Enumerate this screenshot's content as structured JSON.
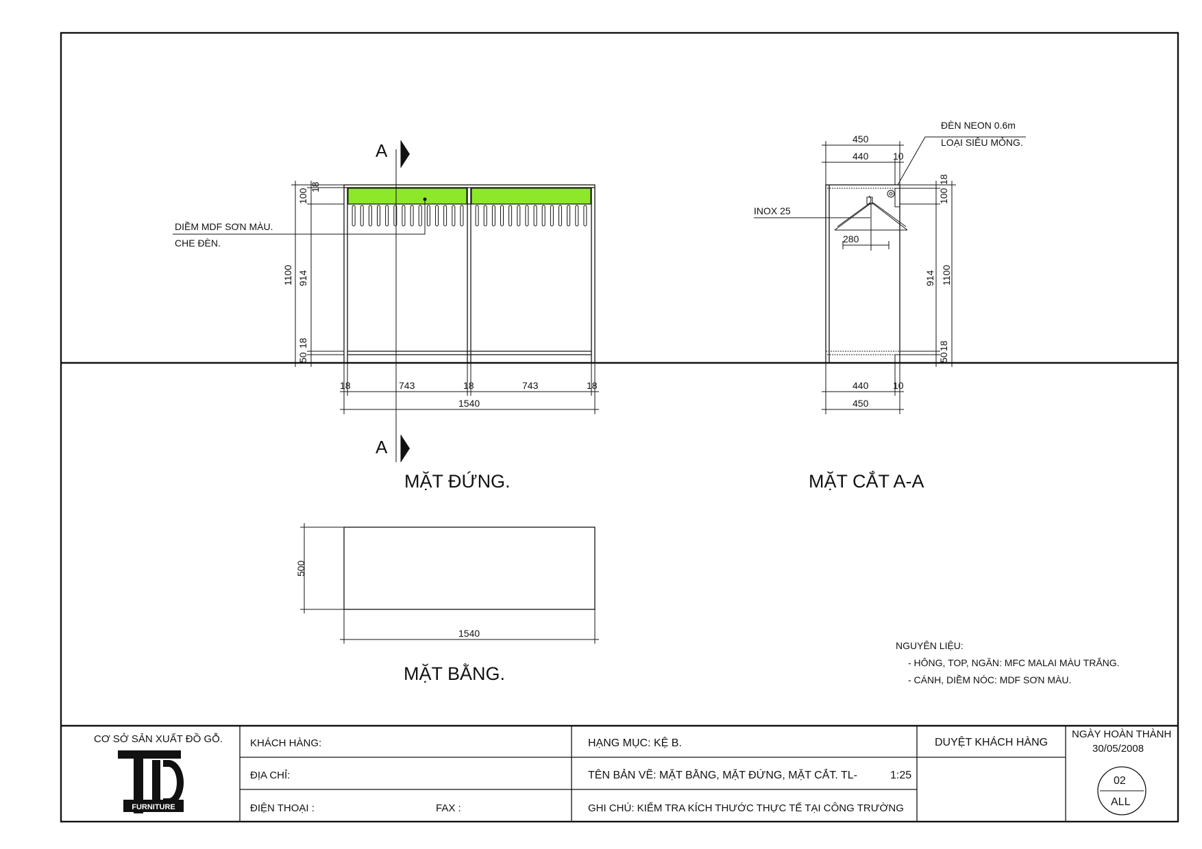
{
  "colors": {
    "line": "#111111",
    "panel_green": "#8ee82a",
    "background": "#ffffff"
  },
  "elevation": {
    "title": "MẶT ĐỨNG.",
    "section_mark": "A",
    "note_line1": "DIỀM MDF SƠN MÀU.",
    "note_line2": "CHE ĐÈN.",
    "dims_bottom": {
      "side_left": "18",
      "bay_left": "743",
      "middle": "18",
      "bay_right": "743",
      "side_right": "18",
      "total": "1540"
    },
    "dims_left": {
      "total": "1100",
      "top_band": "100",
      "top_board": "18",
      "middle": "914",
      "bottom_board": "18",
      "plinth": "50"
    }
  },
  "section": {
    "title": "MẶT CẮT A-A",
    "neon_line1": "ĐÈN NEON 0.6m",
    "neon_line2": "LOẠI SIÊU MỎNG.",
    "inox_label": "INOX  25",
    "hanger_dim": "280",
    "dims_top": {
      "total": "450",
      "inner": "440",
      "door": "10"
    },
    "dims_bottom": {
      "total": "450",
      "inner": "440",
      "door": "10"
    },
    "dims_right": {
      "top_band": "100",
      "top_board": "18",
      "middle": "914",
      "total": "1100",
      "bottom_board": "18",
      "plinth": "50"
    }
  },
  "plan": {
    "title": "MẶT BẰNG.",
    "width": "1540",
    "depth": "500"
  },
  "materials": {
    "heading": "NGUYÊN LIỆU:",
    "line1": "- HÔNG, TOP, NGĂN: MFC MALAI MÀU TRẮNG.",
    "line2": "- CÁNH, DIỀM NÓC: MDF SƠN MÀU."
  },
  "title_block": {
    "company": "CƠ SỞ SẢN XUẤT ĐỒ GỖ.",
    "logo_text": "FURNITURE",
    "customer_label": "KHÁCH HÀNG:",
    "address_label": "ĐỊA CHỈ:",
    "phone_label": "ĐIỆN THOẠI :",
    "fax_label": "FAX :",
    "item_label": "HẠNG MỤC:  KỆ B.",
    "drawing_name": "TÊN BẢN VẼ: MẶT BẰNG, MẶT ĐỨNG, MẶT CẮT.  TL-",
    "scale": "1:25",
    "note": "GHI CHÚ: KIỂM TRA KÍCH THƯỚC THỰC TẾ TẠI CÔNG TRƯỜNG",
    "approval": "DUYỆT KHÁCH HÀNG",
    "completion_label": "NGÀY HOÀN THÀNH",
    "completion_date": "30/05/2008",
    "sheet_number": "02",
    "sheet_set": "ALL"
  }
}
